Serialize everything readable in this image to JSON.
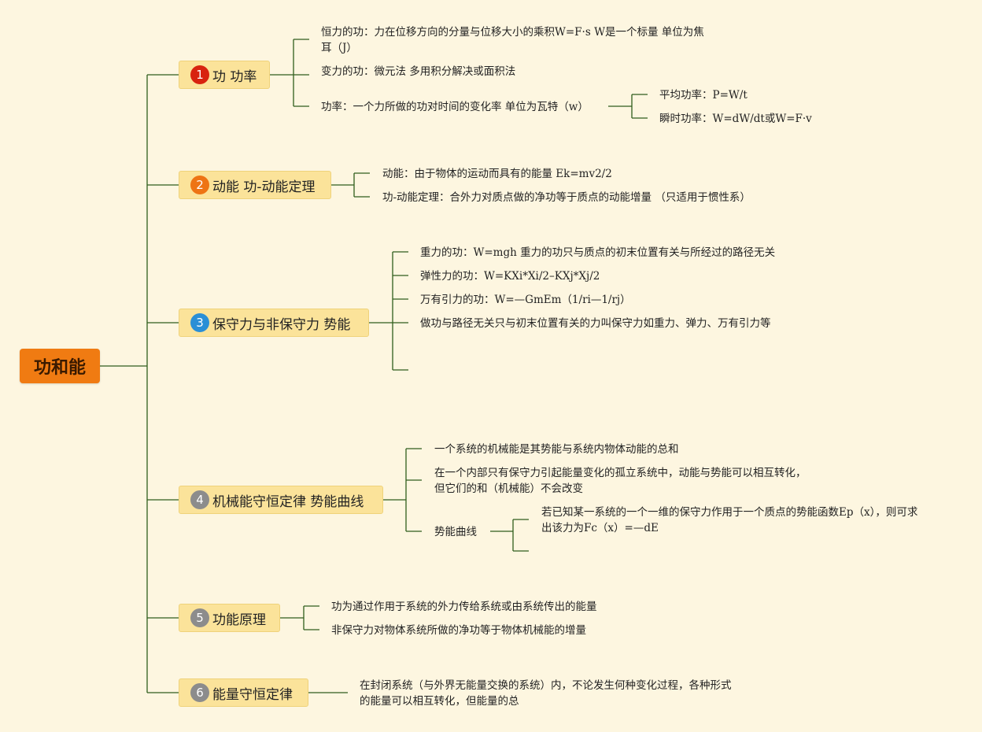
{
  "root": {
    "label": "功和能"
  },
  "colors": {
    "background": "#fdf6e0",
    "root_fill": "#f07b12",
    "topic_fill": "#fbe39a",
    "line": "#2f5e1c",
    "badge_1": "#d8230f",
    "badge_2": "#ee7414",
    "badge_3": "#2a8fd6",
    "badge_4_6": "#8c8c8c"
  },
  "topics": [
    {
      "badge": "1",
      "label": "功 功率",
      "items": [
        {
          "line1": "恒力的功：力在位移方向的分量与位移大小的乘积W=F·s W是一个标量 单位为焦",
          "line2": "耳（J）"
        },
        {
          "line1": "变力的功：微元法 多用积分解决或面积法"
        },
        {
          "line1": "功率：一个力所做的功对时间的变化率 单位为瓦特（w）",
          "children": [
            {
              "line1": "平均功率：P=W/t"
            },
            {
              "line1": "瞬时功率：W=dW/dt或W=F·v"
            }
          ]
        }
      ]
    },
    {
      "badge": "2",
      "label": "动能 功-动能定理",
      "items": [
        {
          "line1": "动能：由于物体的运动而具有的能量 Ek=mv2/2"
        },
        {
          "line1": "功-动能定理：合外力对质点做的净功等于质点的动能增量 （只适用于惯性系）"
        }
      ]
    },
    {
      "badge": "3",
      "label": "保守力与非保守力 势能",
      "items": [
        {
          "line1": "重力的功：W=mgh 重力的功只与质点的初末位置有关与所经过的路径无关"
        },
        {
          "line1": "弹性力的功：W=KXi*Xi/2–KXj*Xj/2"
        },
        {
          "line1": "万有引力的功：W=—GmEm（1/ri—1/rj）"
        },
        {
          "line1": "做功与路径无关只与初末位置有关的力叫保守力如重力、弹力、万有引力等"
        },
        {
          "line1": ""
        }
      ]
    },
    {
      "badge": "4",
      "label": "机械能守恒定律 势能曲线",
      "items": [
        {
          "line1": "一个系统的机械能是其势能与系统内物体动能的总和"
        },
        {
          "line1": "在一个内部只有保守力引起能量变化的孤立系统中，动能与势能可以相互转化，",
          "line2": "但它们的和（机械能）不会改变"
        },
        {
          "line1": "势能曲线",
          "children": [
            {
              "line1": "若已知某一系统的一个一维的保守力作用于一个质点的势能函数Ep（x），则可求",
              "line2": "出该力为Fc（x）=—dE"
            },
            {
              "line1": ""
            }
          ]
        }
      ]
    },
    {
      "badge": "5",
      "label": "功能原理",
      "items": [
        {
          "line1": "功为通过作用于系统的外力传给系统或由系统传出的能量"
        },
        {
          "line1": "非保守力对物体系统所做的净功等于物体机械能的增量"
        }
      ]
    },
    {
      "badge": "6",
      "label": "能量守恒定律",
      "items": [
        {
          "line1": "在封闭系统（与外界无能量交换的系统）内，不论发生何种变化过程，各种形式",
          "line2": "的能量可以相互转化，但能量的总"
        }
      ]
    }
  ]
}
